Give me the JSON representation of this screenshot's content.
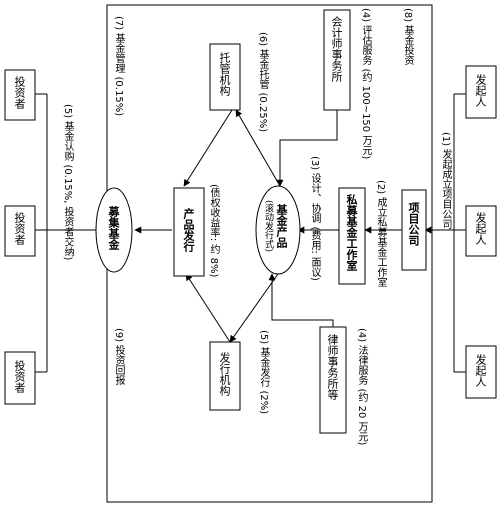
{
  "nodes": {
    "investor1": "投资者",
    "investor2": "投资者",
    "investor3": "投资者",
    "sponsor1": "发起人",
    "sponsor2": "发起人",
    "sponsor3": "发起人",
    "fund": "募集基金",
    "product_issue": "产品发行",
    "custodian": "托管机构",
    "distributor": "发行机构",
    "fund_product": "基金产品",
    "fund_product_sub": "(滚动发行式)",
    "private_studio": "私募基金工作室",
    "project_company": "项目公司",
    "accounting_firm": "会计师事务所",
    "law_firm": "律师事务所等"
  },
  "labels": {
    "l8": "(8) 基金投资",
    "l7": "(7) 基金管理 (0.15%)",
    "l6": "(6) 基金托管 (0.25%)",
    "l5a": "(5) 基金认购 (0.15%, 投资者交纳)",
    "l5b": "(5) 基金发行 (2%)",
    "l9": "(9) 投资回报",
    "l4a": "(4) 评估服务 (约 100~150 万元)",
    "l4b": "(4) 法律服务 (约 20 万元)",
    "l3": "(3) 设计、协调 (费用: 面议)",
    "l2": "(2) 成立私募基金工作室",
    "l1": "(1) 发起成立项目公司",
    "yield": "(债权收益率: 约 8%)"
  }
}
